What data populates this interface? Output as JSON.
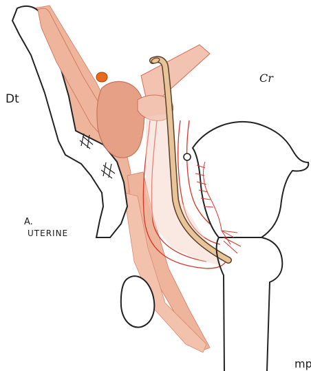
{
  "labels": {
    "left": "Dt",
    "right": "Cr",
    "artery_line1": "A.",
    "artery_line2": "UTERINE",
    "corner": "mp"
  },
  "colors": {
    "muscle_fill": "#efb49c",
    "muscle_dark": "#e69f84",
    "vessel_stroke": "#d8352a",
    "tube_fill": "#e8c49a",
    "tube_stroke": "#5a3d22",
    "outline": "#222222",
    "bone_fill": "#ffffff",
    "nodule": "#e66a1a"
  },
  "icons": {
    "tissue_marks": "crosshatch-icon"
  }
}
